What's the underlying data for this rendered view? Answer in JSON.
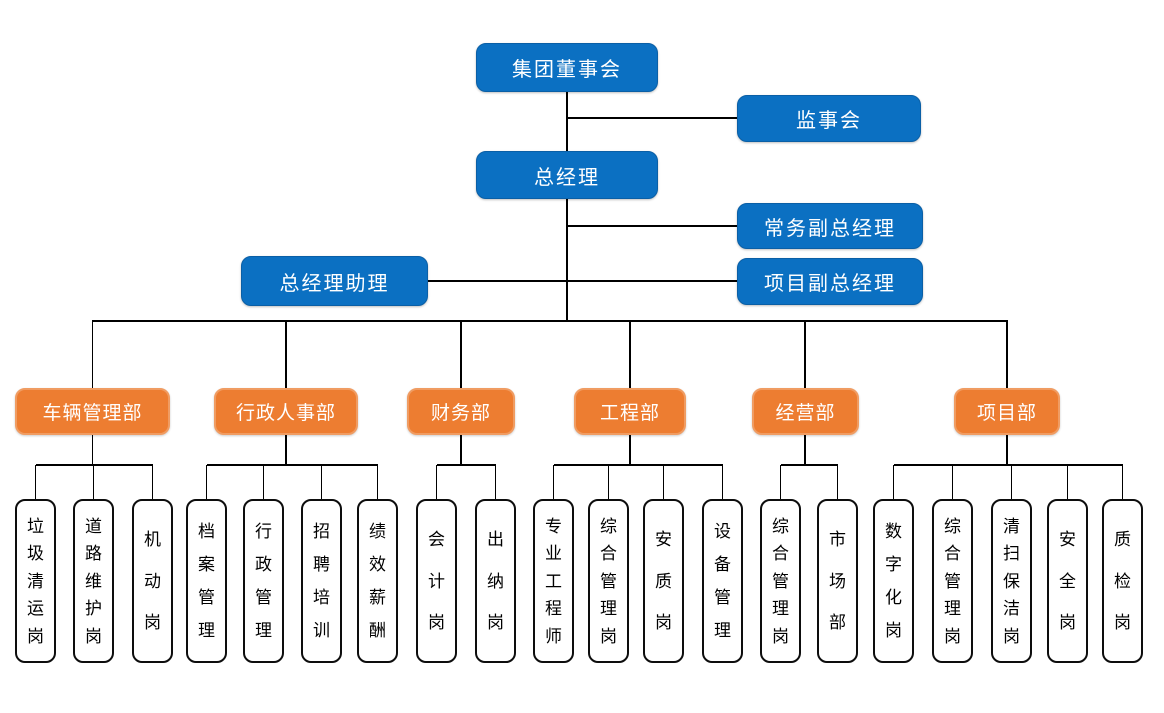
{
  "governance": {
    "board": "集团董事会",
    "supervisory_board": "监事会",
    "general_manager": "总经理",
    "executive_deputy_gm": "常务副总经理",
    "gm_assistant": "总经理助理",
    "project_deputy_gm": "项目副总经理"
  },
  "departments": [
    {
      "label": "车辆管理部",
      "positions": [
        "垃圾清运岗",
        "道路维护岗",
        "机动岗"
      ]
    },
    {
      "label": "行政人事部",
      "positions": [
        "档案管理",
        "行政管理",
        "招聘培训",
        "绩效薪酬"
      ]
    },
    {
      "label": "财务部",
      "positions": [
        "会计岗",
        "出纳岗"
      ]
    },
    {
      "label": "工程部",
      "positions": [
        "专业工程师",
        "综合管理岗",
        "安质岗",
        "设备管理"
      ]
    },
    {
      "label": "经营部",
      "positions": [
        "综合管理岗",
        "市场部"
      ]
    },
    {
      "label": "项目部",
      "positions": [
        "数字化岗",
        "综合管理岗",
        "清扫保洁岗",
        "安全岗",
        "质检岗"
      ]
    }
  ],
  "colors": {
    "executive_fill": "#0B70C2",
    "department_fill": "#ED7D31",
    "position_fill": "#FFFFFF",
    "connector": "#000000",
    "text_on_fill": "#FFFFFF",
    "position_text": "#000000"
  }
}
